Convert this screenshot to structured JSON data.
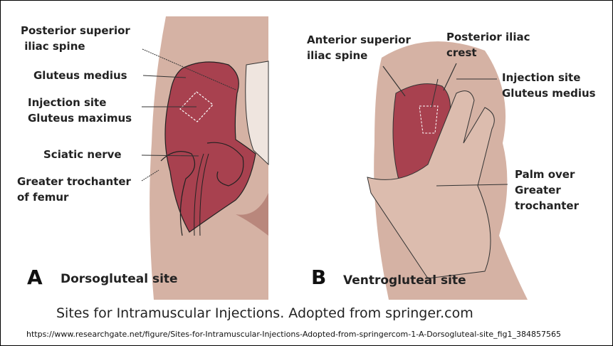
{
  "panel_a": {
    "letter": "A",
    "title": "Dorsogluteal site",
    "labels": {
      "psis": "Posterior superior\n iliac spine",
      "gluteus_medius": "Gluteus medius",
      "injection_site": "Injection site\nGluteus maximus",
      "sciatic_nerve": "Sciatic nerve",
      "greater_trochanter": "Greater trochanter\nof femur"
    }
  },
  "panel_b": {
    "letter": "B",
    "title": "Ventrogluteal site",
    "labels": {
      "asis": "Anterior superior\niliac spine",
      "posterior_iliac_crest": "Posterior iliac\ncrest",
      "injection_site": "Injection site\nGluteus medius",
      "palm": "Palm over\nGreater\ntrochanter"
    }
  },
  "caption": "Sites for Intramuscular Injections. Adopted from springer.com",
  "source_url": "https://www.researchgate.net/figure/Sites-for-Intramuscular-Injections-Adopted-from-springercom-1-A-Dorsogluteal-site_fig1_384857565",
  "colors": {
    "skin": "#d5b2a4",
    "muscle": "#a8414f",
    "outline": "#222222"
  }
}
